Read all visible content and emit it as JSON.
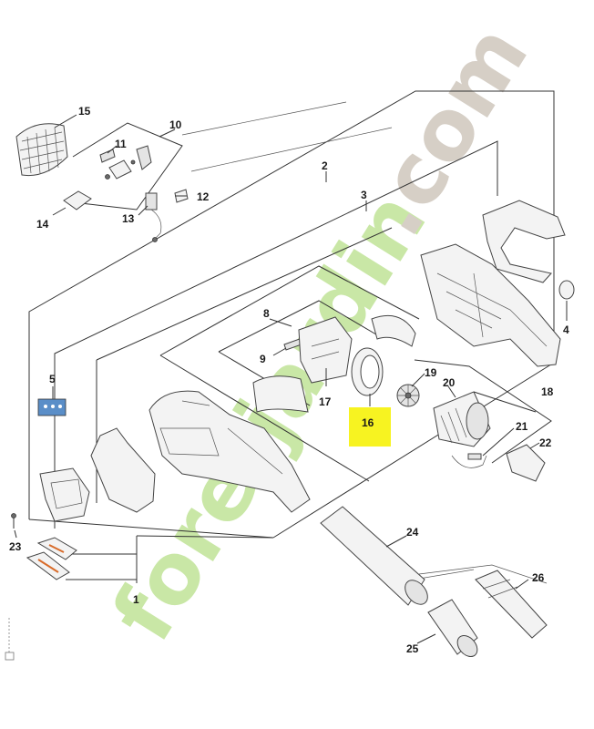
{
  "diagram": {
    "highlight_color": "#f7f321",
    "highlighted_part": "16",
    "watermark": {
      "text_primary": "foretjardin",
      "text_secondary": ".com",
      "color_primary": "#c9e7a6",
      "color_secondary": "#d6cfc6"
    },
    "parts": [
      {
        "id": "p1",
        "label": "1"
      },
      {
        "id": "p2",
        "label": "2"
      },
      {
        "id": "p3",
        "label": "3"
      },
      {
        "id": "p4",
        "label": "4"
      },
      {
        "id": "p5",
        "label": "5"
      },
      {
        "id": "p8",
        "label": "8"
      },
      {
        "id": "p9",
        "label": "9"
      },
      {
        "id": "p10",
        "label": "10"
      },
      {
        "id": "p11",
        "label": "11"
      },
      {
        "id": "p12",
        "label": "12"
      },
      {
        "id": "p13",
        "label": "13"
      },
      {
        "id": "p14",
        "label": "14"
      },
      {
        "id": "p15",
        "label": "15"
      },
      {
        "id": "p16",
        "label": "16"
      },
      {
        "id": "p17",
        "label": "17"
      },
      {
        "id": "p18",
        "label": "18"
      },
      {
        "id": "p19",
        "label": "19"
      },
      {
        "id": "p20",
        "label": "20"
      },
      {
        "id": "p21",
        "label": "21"
      },
      {
        "id": "p22",
        "label": "22"
      },
      {
        "id": "p23",
        "label": "23"
      },
      {
        "id": "p24",
        "label": "24"
      },
      {
        "id": "p25",
        "label": "25"
      },
      {
        "id": "p26",
        "label": "26"
      }
    ]
  }
}
